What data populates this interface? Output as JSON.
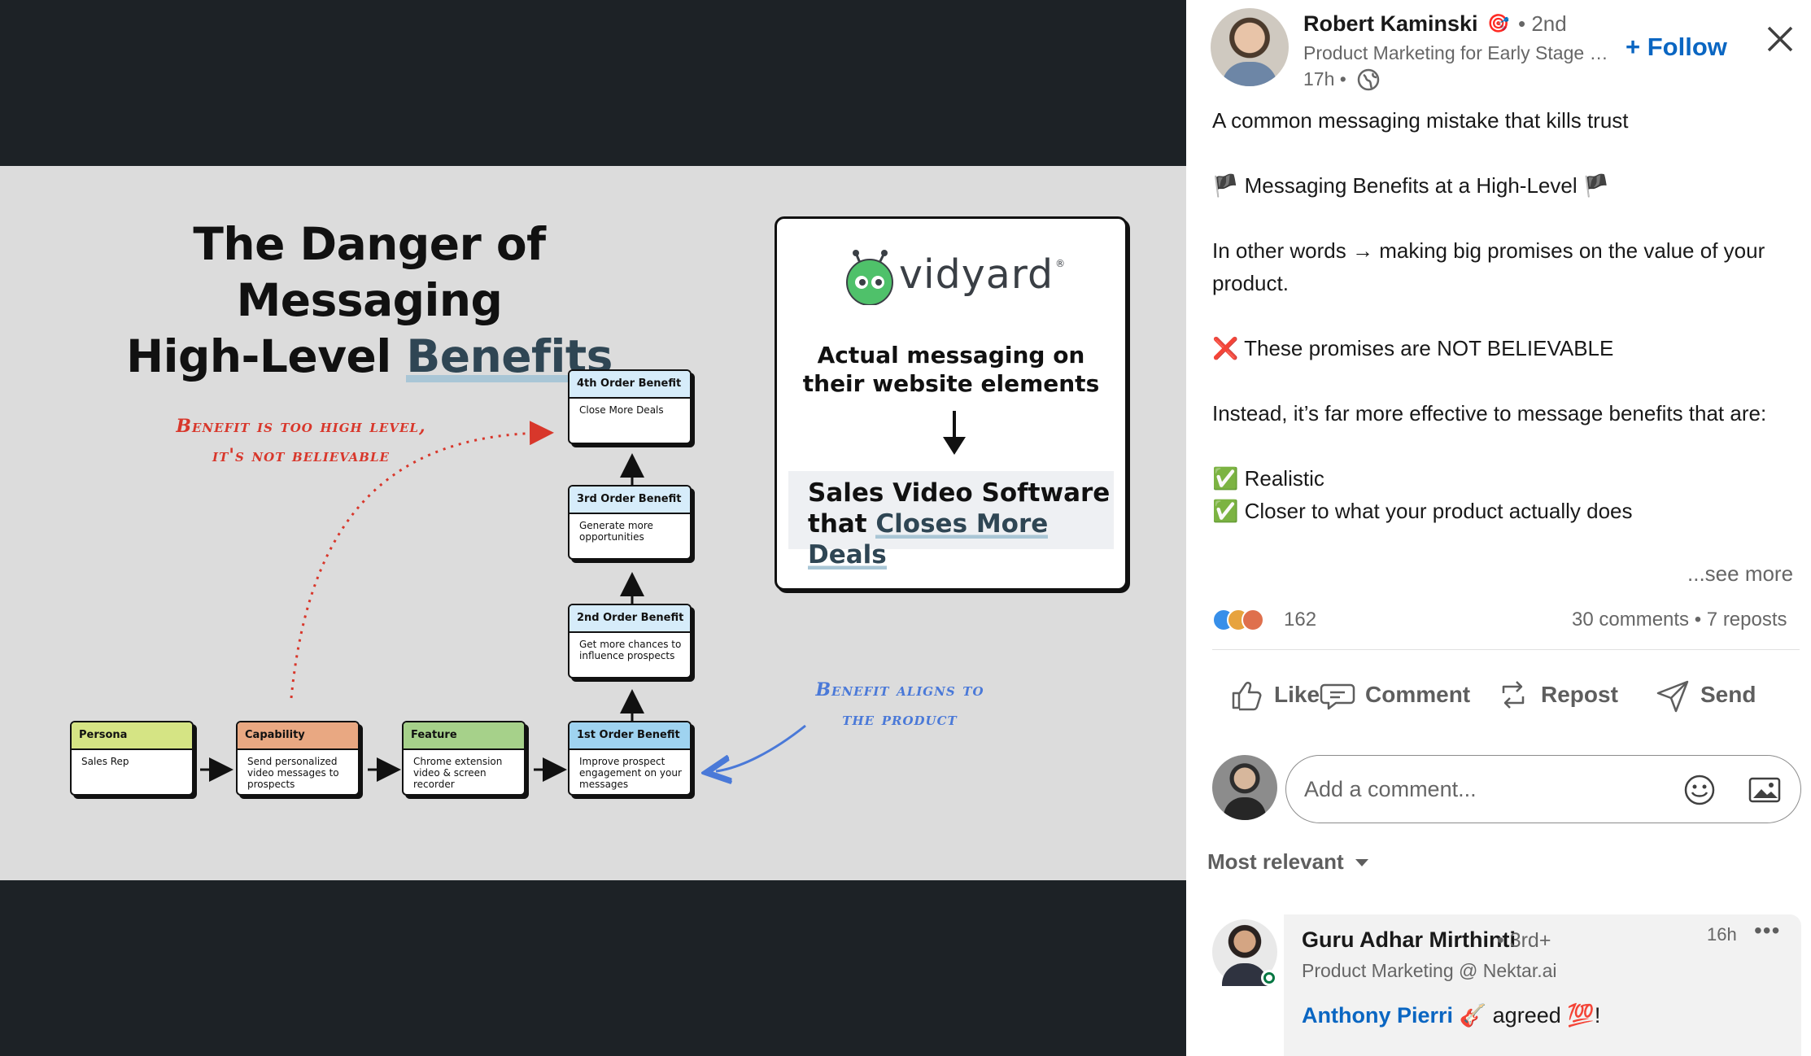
{
  "slide": {
    "title_line1": "The Danger of Messaging",
    "title_line2_prefix": "High-Level ",
    "title_line2_highlight": "Benefits",
    "nodes": [
      {
        "header": "Persona",
        "body": "Sales Rep",
        "color": "#d5e484"
      },
      {
        "header": "Capability",
        "body": "Send personalized video messages to prospects",
        "color": "#e9a882"
      },
      {
        "header": "Feature",
        "body": "Chrome extension video & screen recorder",
        "color": "#a6d18a"
      },
      {
        "header": "1st Order Benefit",
        "body": "Improve prospect engagement on your messages",
        "color": "#9fd3f0"
      },
      {
        "header": "2nd Order Benefit",
        "body": "Get more chances to influence prospects",
        "color": "#d6ecfa"
      },
      {
        "header": "3rd Order Benefit",
        "body": "Generate more opportunities",
        "color": "#d6ecfa"
      },
      {
        "header": "4th Order Benefit",
        "body": "Close More Deals",
        "color": "#d6ecfa"
      }
    ],
    "red_note_line1": "Benefit is too high level,",
    "red_note_line2": "it's not believable",
    "blue_note_line1": "Benefit aligns to",
    "blue_note_line2": "the product",
    "card": {
      "brand": "vidyard",
      "brand_mark": "®",
      "caption_line1": "Actual messaging on",
      "caption_line2": "their website elements",
      "quote_line1": "Sales Video Software",
      "quote_line2_prefix": "that ",
      "quote_line2_highlight": "Closes More Deals"
    }
  },
  "post": {
    "author_name": "Robert Kaminski",
    "author_badge": "🎯",
    "author_degree": "• 2nd",
    "author_headline": "Product Marketing for Early Stage Startups",
    "time": "17h •",
    "follow_label": "+ Follow",
    "body": {
      "p1": "A common messaging mistake that kills trust",
      "p2": "🏴 Messaging Benefits at a High-Level 🏴",
      "p3": "In other words → making big promises on the value of your product.",
      "p4": "❌ These promises are NOT BELIEVABLE",
      "p5": "Instead, it’s far more effective to message benefits that are:",
      "p6": "✅ Realistic",
      "p7": "✅ Closer to what your product actually does"
    },
    "see_more": "...see more",
    "reaction_count": "162",
    "comments_reposts": "30 comments • 7 reposts",
    "actions": {
      "like": "Like",
      "comment": "Comment",
      "repost": "Repost",
      "send": "Send"
    },
    "comment_placeholder": "Add a comment...",
    "sort_label": "Most relevant",
    "first_comment": {
      "name": "Guru Adhar Mirthinti",
      "degree": "• 3rd+",
      "headline": "Product Marketing @ Nektar.ai",
      "time": "16h",
      "more": "•••",
      "mention": "Anthony Pierri",
      "text": "🎸 agreed 💯!"
    }
  },
  "colors": {
    "accent": "#0a66c2",
    "viewer_bg": "#1d2226",
    "slide_bg": "#dcdcdc",
    "red_note": "#d8372b",
    "blue_note": "#4a79d8"
  }
}
